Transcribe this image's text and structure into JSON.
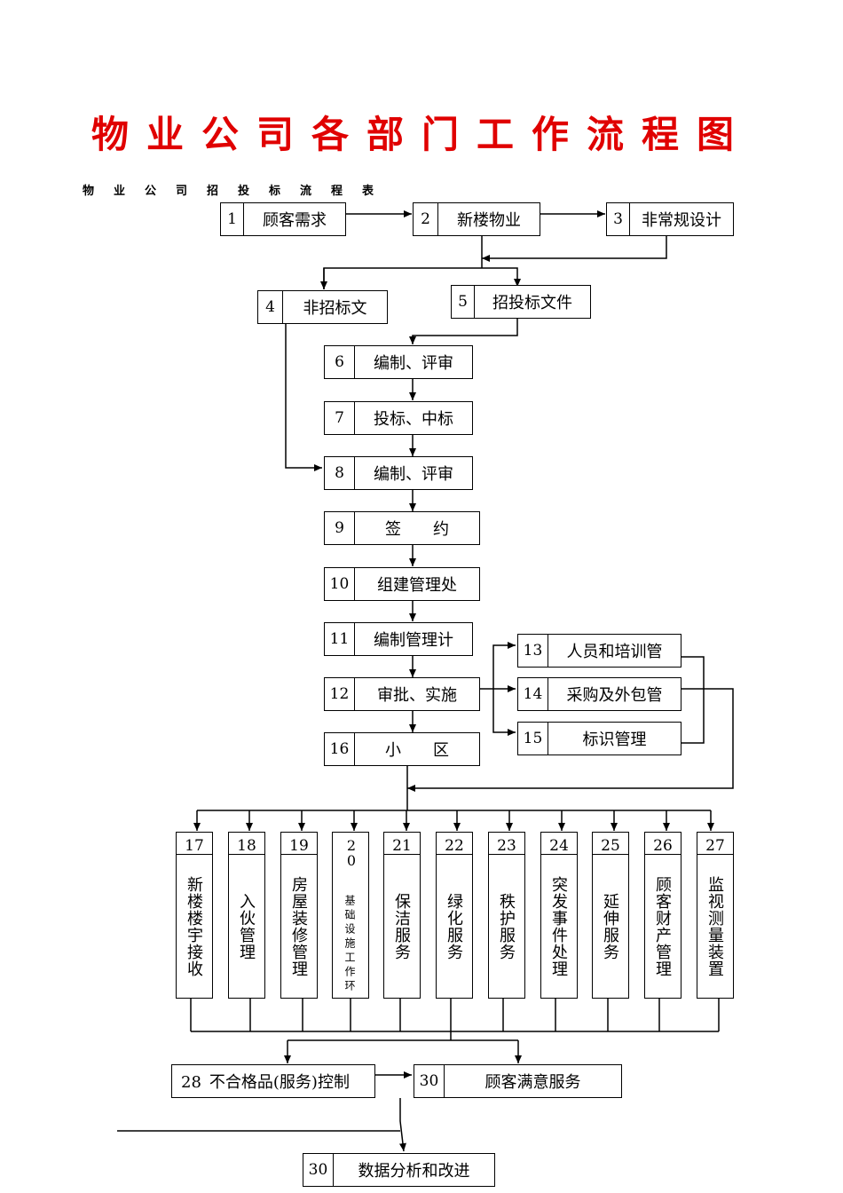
{
  "title": "物业公司各部门工作流程图",
  "subtitle": "物业公司招投标流程表",
  "boxes": {
    "b1": {
      "num": "1",
      "label": "顾客需求"
    },
    "b2": {
      "num": "2",
      "label": "新楼物业"
    },
    "b3": {
      "num": "3",
      "label": "非常规设计"
    },
    "b4": {
      "num": "4",
      "label": "非招标文"
    },
    "b5": {
      "num": "5",
      "label": "招投标文件"
    },
    "b6": {
      "num": "6",
      "label": "编制、评审"
    },
    "b7": {
      "num": "7",
      "label": "投标、中标"
    },
    "b8": {
      "num": "8",
      "label": "编制、评审"
    },
    "b9": {
      "num": "9",
      "label": "签　　约"
    },
    "b10": {
      "num": "10",
      "label": "组建管理处"
    },
    "b11": {
      "num": "11",
      "label": "编制管理计"
    },
    "b12": {
      "num": "12",
      "label": "审批、实施"
    },
    "b13": {
      "num": "13",
      "label": "人员和培训管"
    },
    "b14": {
      "num": "14",
      "label": "采购及外包管"
    },
    "b15": {
      "num": "15",
      "label": "标识管理"
    },
    "b16": {
      "num": "16",
      "label": "小　　区"
    },
    "b28": {
      "num": "28",
      "label": "不合格品(服务)控制"
    },
    "b30a": {
      "num": "30",
      "label": "顾客满意服务"
    },
    "b30b": {
      "num": "30",
      "label": "数据分析和改进"
    }
  },
  "columns": [
    {
      "num": "17",
      "label": "新楼楼宇接收"
    },
    {
      "num": "18",
      "label": "入伙管理"
    },
    {
      "num": "19",
      "label": "房屋装修管理"
    },
    {
      "num": "20",
      "label": "基础设施工作环"
    },
    {
      "num": "21",
      "label": "保洁服务"
    },
    {
      "num": "22",
      "label": "绿化服务"
    },
    {
      "num": "23",
      "label": "秩护服务"
    },
    {
      "num": "24",
      "label": "突发事件处理"
    },
    {
      "num": "25",
      "label": "延伸服务"
    },
    {
      "num": "26",
      "label": "顾客财产管理"
    },
    {
      "num": "27",
      "label": "监视测量装置"
    }
  ]
}
